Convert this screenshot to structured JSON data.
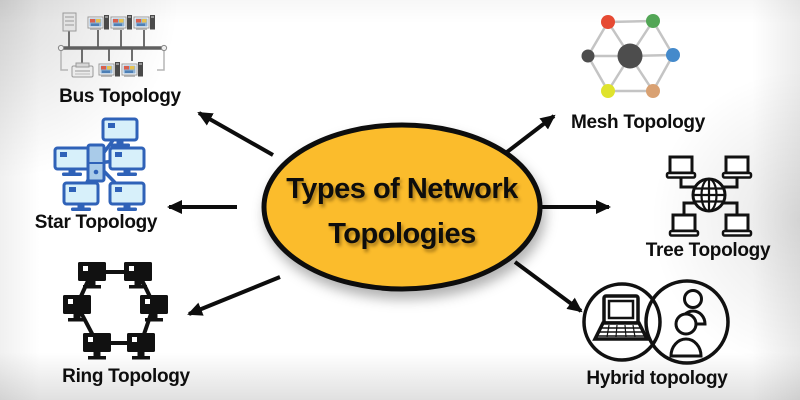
{
  "diagram": {
    "title": {
      "line1": "Types of Network",
      "line2": "Topologies"
    },
    "center": {
      "fill": "#FBBC2C",
      "border": "#0d0d0d"
    },
    "arrow_color": "#0d0d0d",
    "topologies": [
      {
        "id": "bus",
        "label": "Bus Topology",
        "position": "top-left"
      },
      {
        "id": "star",
        "label": "Star Topology",
        "position": "middle-left",
        "accent": "#2F62B8"
      },
      {
        "id": "ring",
        "label": "Ring Topology",
        "position": "bottom-left",
        "accent": "#111111"
      },
      {
        "id": "mesh",
        "label": "Mesh Topology",
        "position": "top-right",
        "node_colors": [
          "#E64A33",
          "#53A656",
          "#4D4D4D",
          "#448ACB",
          "#DFE32D",
          "#D9A172"
        ],
        "edge_color": "#C4C4C4"
      },
      {
        "id": "tree",
        "label": "Tree Topology",
        "position": "middle-right",
        "accent": "#111111"
      },
      {
        "id": "hybrid",
        "label": "Hybrid topology",
        "position": "bottom-right",
        "accent": "#111111"
      }
    ]
  }
}
